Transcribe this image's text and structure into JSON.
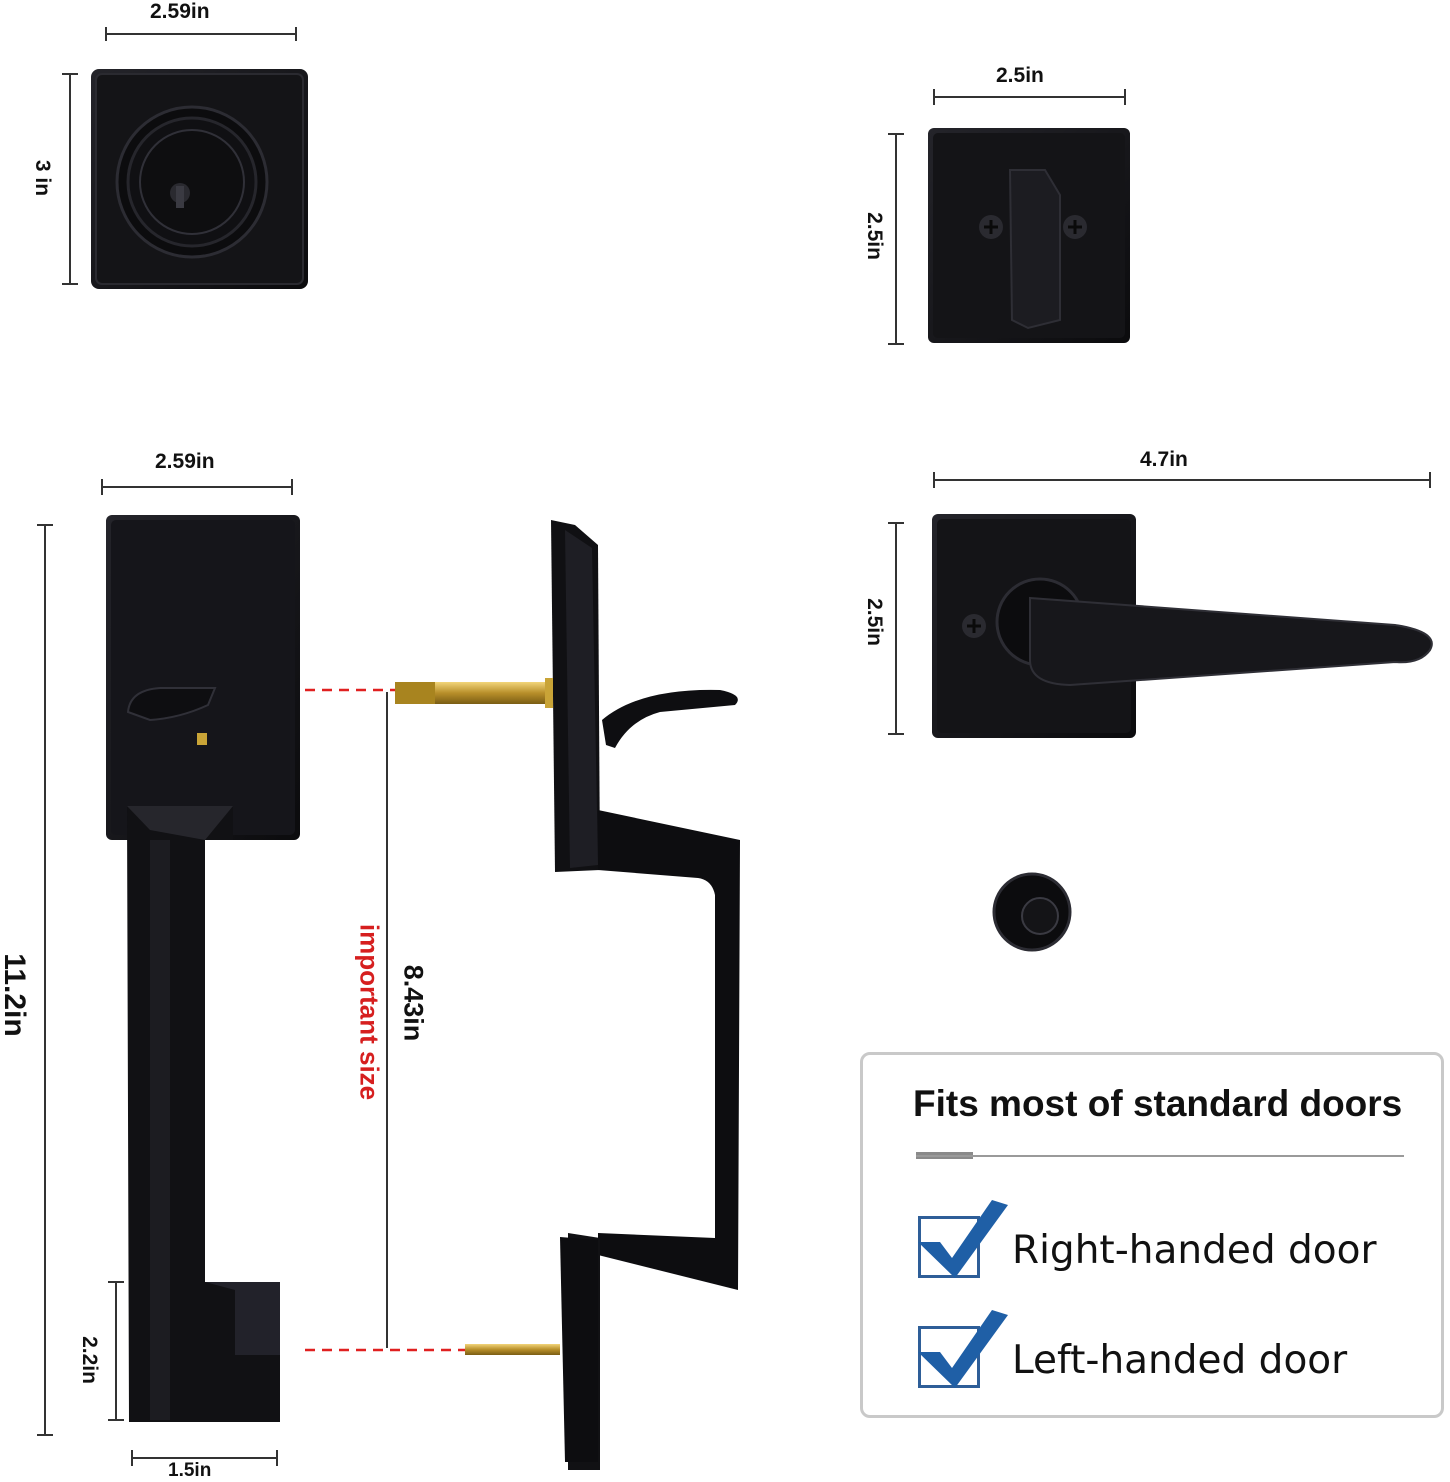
{
  "dimensions": {
    "deadbolt_width": "2.59in",
    "deadbolt_height": "3 in",
    "thumbturn_width": "2.5in",
    "thumbturn_height": "2.5in",
    "handleset_width": "2.59in",
    "handleset_height": "11.2in",
    "handle_spacing": "8.43in",
    "important_note": "important size",
    "base_height": "2.2in",
    "base_width": "1.5in",
    "lever_width": "4.7in",
    "lever_height": "2.5in"
  },
  "fit_card": {
    "title": "Fits most of standard doors",
    "options": [
      {
        "label": "Right-handed door",
        "checked": true
      },
      {
        "label": "Left-handed door",
        "checked": true
      }
    ]
  },
  "colors": {
    "hardware": "#0d0d0f",
    "brass": "#c9a437",
    "guide_red": "#e02020",
    "check_blue": "#1f5fa6"
  }
}
